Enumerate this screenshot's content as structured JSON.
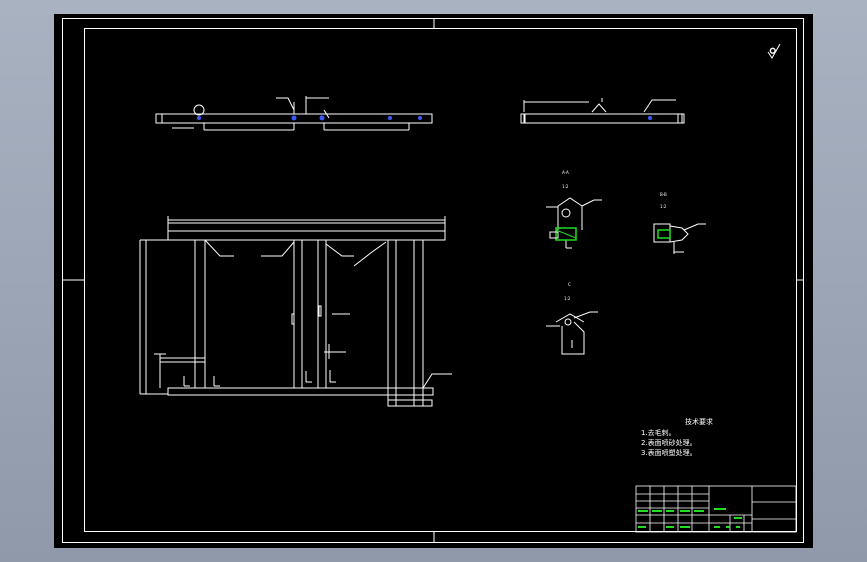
{
  "technical_requirements": {
    "title": "技术要求",
    "items": [
      "1.去毛刺。",
      "2.表面喷砂处理。",
      "3.表面喷塑处理。"
    ]
  },
  "section_views": {
    "view_a_label": "A-A",
    "view_a_scale": "1:2",
    "view_b_label": "B-B",
    "view_b_scale": "1:2",
    "view_c_label": "C",
    "view_c_scale": "1:2"
  },
  "colors": {
    "background": "#000000",
    "line": "#ffffff",
    "green": "#22dd22",
    "blue": "#3b5bff"
  }
}
